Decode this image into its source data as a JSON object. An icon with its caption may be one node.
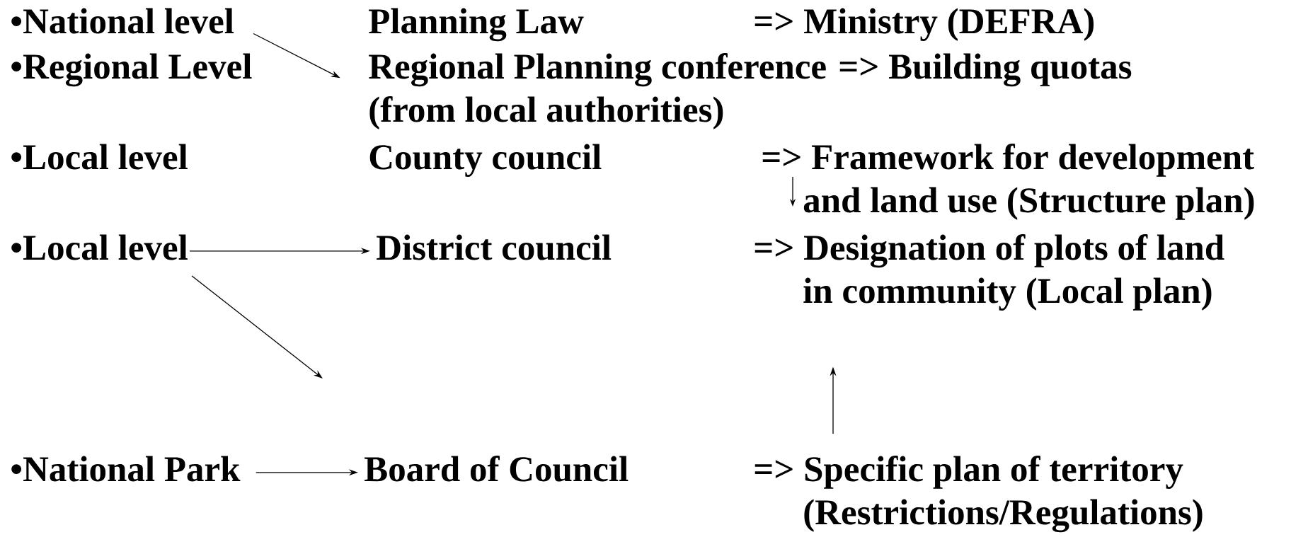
{
  "diagram": {
    "nodes": [
      {
        "text": [
          "•National level"
        ]
      },
      {
        "text": [
          "Planning Law"
        ]
      },
      {
        "text": [
          "=> Ministry (DEFRA)"
        ]
      },
      {
        "text": [
          "•Regional Level"
        ]
      },
      {
        "text": [
          "Regional Planning conference",
          "(from local authorities)"
        ]
      },
      {
        "text": [
          "=> Building quotas"
        ]
      },
      {
        "text": [
          "•Local level"
        ]
      },
      {
        "text": [
          "County council"
        ]
      },
      {
        "text": [
          "=> Framework for development",
          "and land use (Structure plan)"
        ]
      },
      {
        "text": [
          "•Local level"
        ]
      },
      {
        "text": [
          "District council"
        ]
      },
      {
        "text": [
          "=> Designation of plots of land",
          "in community (Local plan)"
        ]
      },
      {
        "text": [
          "•National Park"
        ]
      },
      {
        "text": [
          "Board of Council"
        ]
      },
      {
        "text": [
          "=> Specific plan of territory",
          "(Restrictions/Regulations)"
        ]
      }
    ],
    "edges": [
      {
        "from": 0,
        "to": 4,
        "arrow": "to"
      },
      {
        "from": 9,
        "to": 10,
        "arrow": "to"
      },
      {
        "from": 9,
        "to": null,
        "arrow": "to"
      },
      {
        "from": 12,
        "to": 13,
        "arrow": "to"
      },
      {
        "from": 14,
        "to": 11,
        "arrow": "to"
      }
    ]
  }
}
